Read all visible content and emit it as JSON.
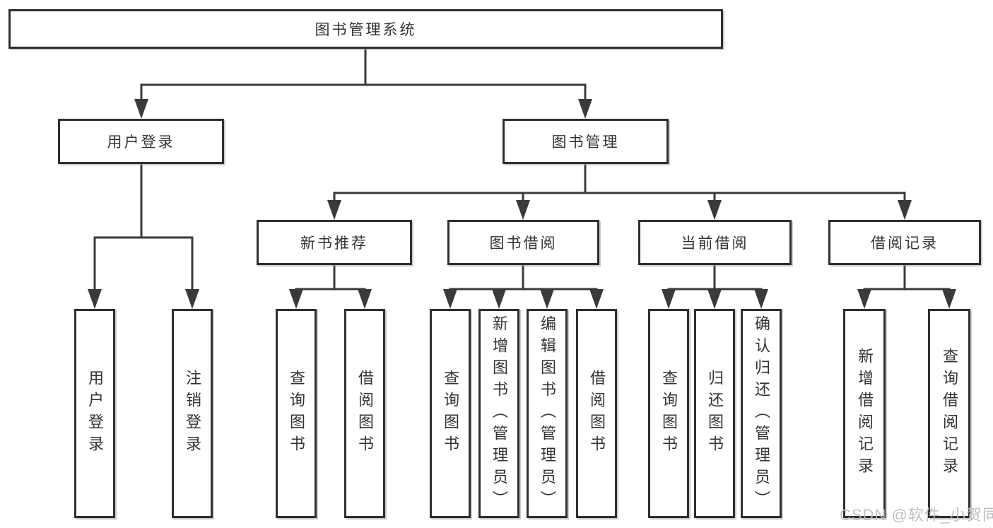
{
  "tree": {
    "root": "图书管理系统",
    "branches": [
      {
        "label": "用户登录",
        "children": [
          "用户登录",
          "注销登录"
        ]
      },
      {
        "label": "图书管理",
        "groups": [
          {
            "label": "新书推荐",
            "children": [
              "查询图书",
              "借阅图书"
            ]
          },
          {
            "label": "图书借阅",
            "children": [
              "查询图书",
              "新增图书（管理员）",
              "编辑图书（管理员）",
              "借阅图书"
            ]
          },
          {
            "label": "当前借阅",
            "children": [
              "查询图书",
              "归还图书",
              "确认归还（管理员）"
            ]
          },
          {
            "label": "借阅记录",
            "children": [
              "新增借阅记录",
              "查询借阅记录"
            ]
          }
        ]
      }
    ]
  },
  "watermark": {
    "text": "CSDN @软件_小贺同学"
  },
  "colors": {
    "line": "#3a3a3a",
    "box_border": "#2f2f2f",
    "text": "#333333",
    "watermark": "#bcbec1",
    "background": "#ffffff"
  }
}
